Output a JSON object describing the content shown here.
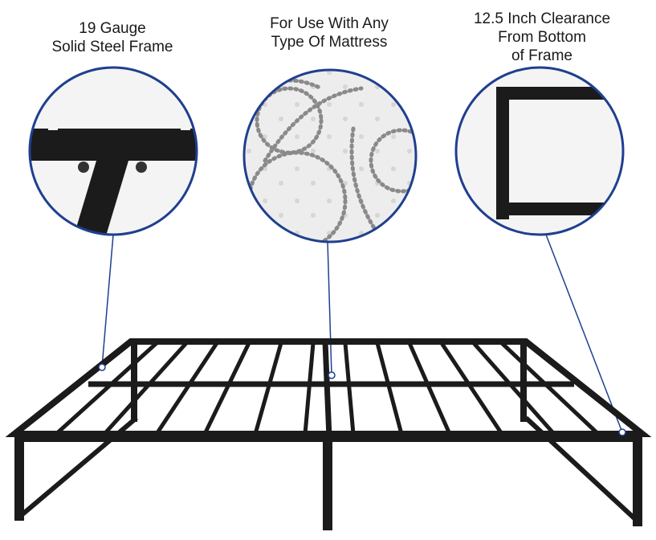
{
  "callouts": [
    {
      "lines": [
        "19 Gauge",
        "Solid Steel Frame"
      ]
    },
    {
      "lines": [
        "For Use With Any",
        "Type Of Mattress"
      ]
    },
    {
      "lines": [
        "12.5 Inch Clearance",
        "From Bottom",
        "of Frame"
      ]
    }
  ],
  "colors": {
    "accent": "#1f3f8f",
    "frame": "#1b1b1b"
  }
}
